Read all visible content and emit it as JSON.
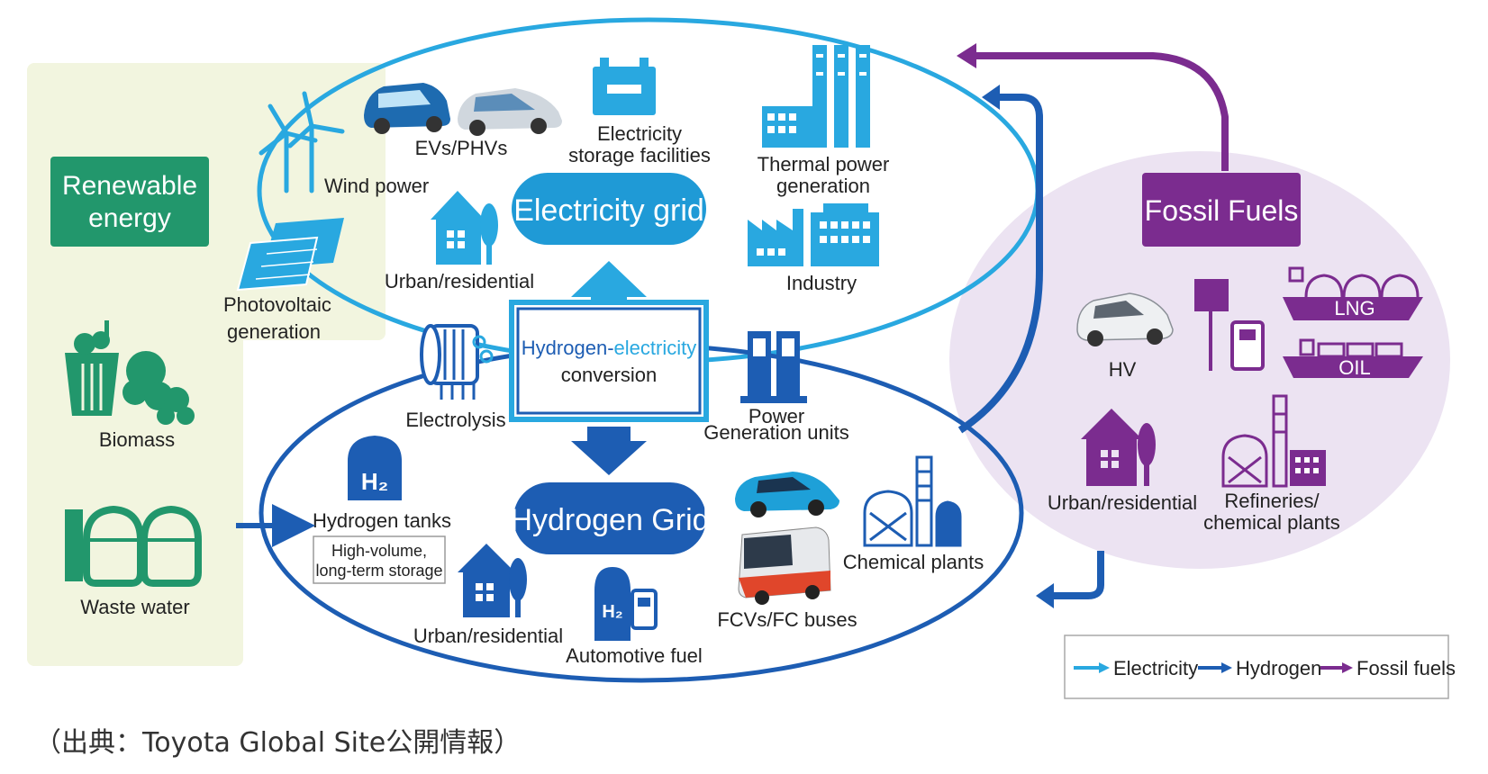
{
  "colors": {
    "electricity": "#29a8e0",
    "electricity_dark": "#1f9ad6",
    "hydrogen": "#1d5db3",
    "fossil": "#7b2c8f",
    "fossil_bg": "#ece3f2",
    "renewable": "#22976c",
    "renewable_bg": "#f2f5df"
  },
  "renewable": {
    "title_line1": "Renewable",
    "title_line2": "energy",
    "wind": "Wind power",
    "pv_line1": "Photovoltaic",
    "pv_line2": "generation",
    "biomass": "Biomass",
    "waste_water": "Waste water"
  },
  "electricity_grid": {
    "title": "Electricity grid",
    "evs": "EVs/PHVs",
    "storage_line1": "Electricity",
    "storage_line2": "storage facilities",
    "thermal_line1": "Thermal power",
    "thermal_line2": "generation",
    "urban": "Urban/residential",
    "industry": "Industry"
  },
  "conversion": {
    "part1": "Hydrogen-",
    "part2": "electricity",
    "line2": "conversion",
    "electrolysis": "Electrolysis",
    "power_line1": "Power",
    "power_line2": "Generation units"
  },
  "hydrogen_grid": {
    "title": "Hydrogen Grid",
    "tanks": "Hydrogen tanks",
    "tank_note_line1": "High-volume,",
    "tank_note_line2": "long-term storage",
    "tank_symbol": "H₂",
    "fuel_symbol": "H₂",
    "urban": "Urban/residential",
    "automotive": "Automotive fuel",
    "fcv": "FCVs/FC buses",
    "chemical": "Chemical plants"
  },
  "fossil": {
    "title": "Fossil Fuels",
    "hv": "HV",
    "lng": "LNG",
    "oil": "OIL",
    "urban": "Urban/residential",
    "refineries_line1": "Refineries/",
    "refineries_line2": "chemical plants"
  },
  "legend": {
    "electricity": "Electricity",
    "hydrogen": "Hydrogen",
    "fossil": "Fossil fuels"
  },
  "source": "（出典：Toyota Global Site公開情報）"
}
